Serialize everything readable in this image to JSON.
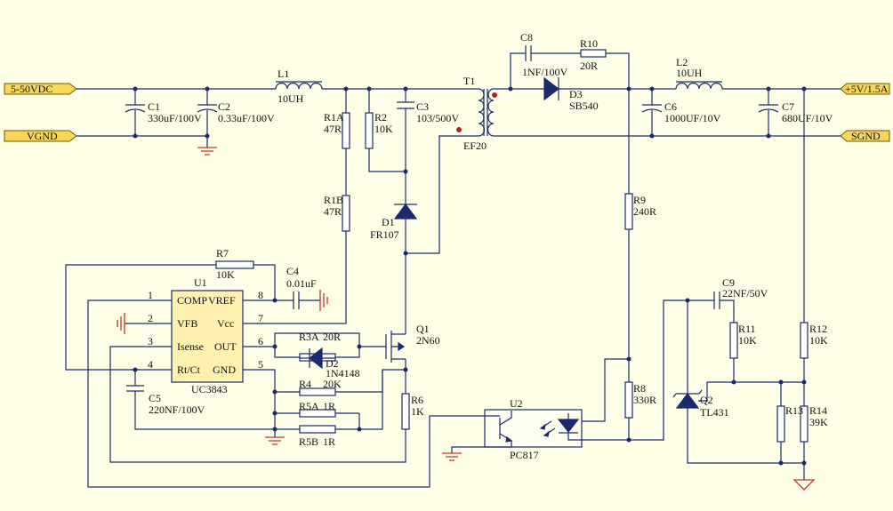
{
  "ports": {
    "vin": "5-50VDC",
    "vgnd": "VGND",
    "vout": "+5V/1.5A",
    "sgnd": "SGND"
  },
  "labels": {
    "C1": [
      "C1",
      "330uF/100V"
    ],
    "C2": [
      "C2",
      "0.33uF/100V"
    ],
    "L1": [
      "L1",
      "10UH"
    ],
    "R1A": [
      "R1A",
      "47R"
    ],
    "R2": [
      "R2",
      "10K"
    ],
    "C3": [
      "C3",
      "103/500V"
    ],
    "T1": [
      "T1",
      "EF20"
    ],
    "C8": [
      "C8",
      "1NF/100V"
    ],
    "R10": [
      "R10",
      "20R"
    ],
    "D3": [
      "D3",
      "SB540"
    ],
    "C6": [
      "C6",
      "1000UF/10V"
    ],
    "L2": [
      "L2",
      "10UH"
    ],
    "C7": [
      "C7",
      "680UF/10V"
    ],
    "R1B": [
      "R1B",
      "47R"
    ],
    "D1": [
      "D1",
      "FR107"
    ],
    "R9": [
      "R9",
      "240R"
    ],
    "R7": [
      "R7",
      "10K"
    ],
    "C4": [
      "C4",
      "0.01uF"
    ],
    "U1": [
      "U1",
      "UC3843"
    ],
    "Q1": [
      "Q1",
      "2N60"
    ],
    "R3A": [
      "R3A",
      "20R"
    ],
    "D2": [
      "D2",
      "1N4148"
    ],
    "R4": [
      "R4",
      "20K"
    ],
    "R5A": [
      "R5A",
      "1R"
    ],
    "R5B": [
      "R5B",
      "1R"
    ],
    "R6": [
      "R6",
      "1K"
    ],
    "C5": [
      "C5",
      "220NF/100V"
    ],
    "U2": [
      "U2",
      "PC817"
    ],
    "R8": [
      "R8",
      "330R"
    ],
    "C9": [
      "C9",
      "22NF/50V"
    ],
    "R11": [
      "R11",
      "10K"
    ],
    "R12": [
      "R12",
      "10K"
    ],
    "Q2": [
      "Q2",
      "TL431"
    ],
    "R13": [
      "R13",
      ""
    ],
    "R14": [
      "R14",
      "39K"
    ]
  },
  "ic_pins": {
    "left": [
      "COMP",
      "VFB",
      "Isense",
      "Rt/Ct"
    ],
    "right": [
      "VREF",
      "Vcc",
      "OUT",
      "GND"
    ],
    "left_numbers": [
      "1",
      "2",
      "3",
      "4"
    ],
    "right_numbers": [
      "8",
      "7",
      "6",
      "5"
    ]
  }
}
